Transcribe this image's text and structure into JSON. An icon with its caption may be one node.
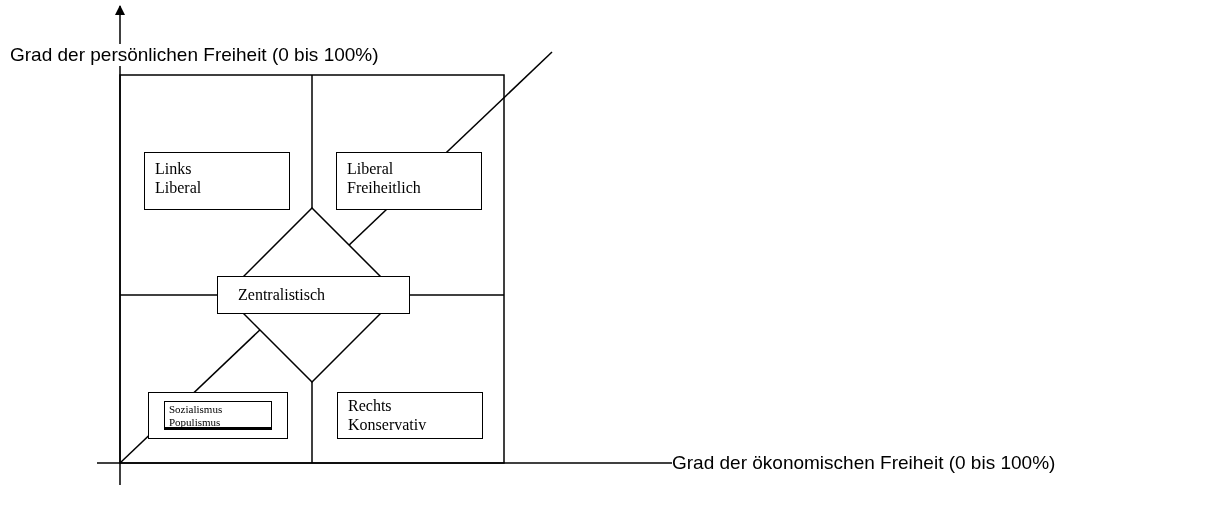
{
  "diagram": {
    "nodes": [
      {
        "text": [
          "Links Liberal"
        ]
      },
      {
        "text": [
          "Liberal Freiheitlich"
        ]
      },
      {
        "text": [],
        "shape": "diamond"
      },
      {
        "text": [
          "Zentralistisch"
        ]
      },
      {
        "text": [
          "Sozialismus Populismus"
        ]
      },
      {
        "text": [
          "Rechts Konservativ"
        ]
      }
    ],
    "labels": [
      "Grad der persönlichen Freiheit (0 bis 100%)",
      "Grad der ökonomischen Freiheit (0 bis 100%)"
    ]
  }
}
